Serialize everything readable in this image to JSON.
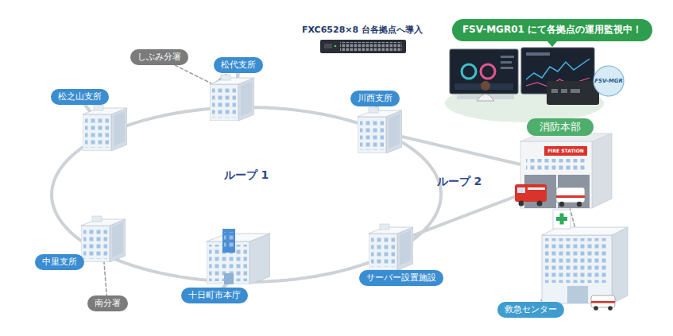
{
  "diagram": {
    "nodes": [
      {
        "text": [
          "しぶみ分署"
        ]
      },
      {
        "text": [
          "松代支所"
        ]
      },
      {
        "text": [
          "FSV-MGR01 にて各拠点の運用監視中！"
        ]
      },
      {
        "text": [
          "松之山支所"
        ]
      },
      {
        "text": [
          "川西支所"
        ]
      },
      {
        "text": [
          "消防本部"
        ]
      },
      {
        "text": [
          "中里支所"
        ]
      },
      {
        "text": [
          "サーバー設置施設"
        ]
      },
      {
        "text": [
          "十日町市本庁"
        ]
      },
      {
        "text": [
          "南分署"
        ]
      },
      {
        "text": [
          "救急センター"
        ]
      }
    ],
    "edges": [
      {
        "from": 3,
        "to": 1,
        "arrow": "none"
      },
      {
        "from": 1,
        "to": 4,
        "arrow": "none"
      },
      {
        "from": 4,
        "to": 7,
        "arrow": "none"
      },
      {
        "from": 7,
        "to": 8,
        "arrow": "none"
      },
      {
        "from": 8,
        "to": 6,
        "arrow": "none"
      },
      {
        "from": 6,
        "to": 3,
        "arrow": "none"
      },
      {
        "from": 0,
        "to": 1,
        "arrow": "none"
      },
      {
        "from": 6,
        "to": 9,
        "arrow": "none"
      },
      {
        "from": 4,
        "to": 5,
        "arrow": "none"
      },
      {
        "from": 7,
        "to": 5,
        "arrow": "none"
      },
      {
        "from": 5,
        "to": 10,
        "arrow": "none"
      }
    ],
    "labels": [
      "FXC6528×8 台各拠点へ導入",
      "ループ 1",
      "ループ 2",
      "FIRE STATION",
      "FSV-MGR"
    ]
  }
}
